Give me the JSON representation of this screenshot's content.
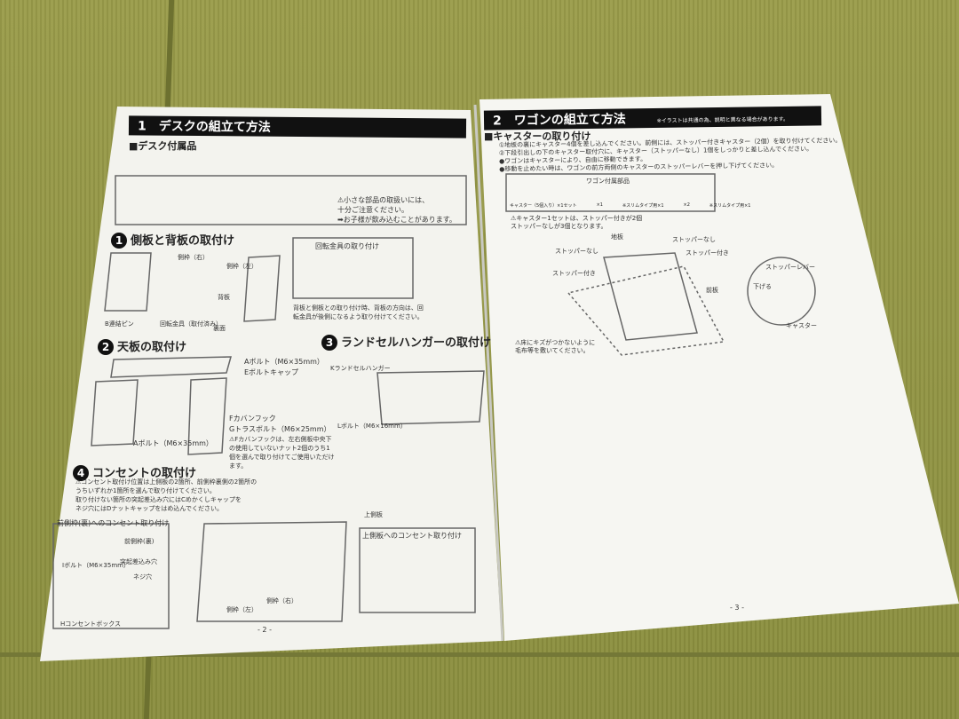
{
  "left_page": {
    "title": "1　デスクの組立て方法",
    "parts_heading": "■デスク付属品",
    "caution": [
      "⚠小さな部品の取扱いには、",
      "十分ご注意ください。",
      "➡お子様が飲み込むことがあります。"
    ],
    "step1": {
      "number": "1",
      "title": "側板と背板の取付け",
      "note": "背板と側板との取り付け時、背板の方向は、回転金具が後側になるよう取り付けてください。",
      "inset_title": "回転金具の取り付け",
      "labels": [
        "側枠（右）",
        "側枠（左）",
        "背板",
        "B連結ピン",
        "回転金具（取付済み）",
        "裏面"
      ]
    },
    "step2": {
      "number": "2",
      "title": "天板の取付け",
      "labels": [
        "Aボルト（M6×35mm）",
        "Eボルトキャップ",
        "Fカバンフック",
        "Gトラスボルト（M6×25mm）",
        "Aボルト（M6×35mm）"
      ],
      "note": "⚠Fカバンフックは、左右側板中央下の使用していないナット2個のうち1個を選んで取り付けてご使用いただけます。"
    },
    "step3": {
      "number": "3",
      "title": "ランドセルハンガーの取付け",
      "labels": [
        "Kランドセルハンガー",
        "Lボルト（M6×16mm）"
      ]
    },
    "step4": {
      "number": "4",
      "title": "コンセントの取付け",
      "note": [
        "⚠コンセント取付け位置は上側板の2箇所、前側枠裏側の2箇所の",
        "うちいずれか1箇所を選んで取り付けてください。",
        "取り付けない箇所の突起差込み穴にはCめかくしキャップを",
        "ネジ穴にはDナットキャップをはめ込んでください。"
      ],
      "inset_left_title": "前側枠(裏)へのコンセント取り付け",
      "inset_right_title": "上側板へのコンセント取り付け",
      "labels": [
        "前側枠(裏)",
        "突起差込み穴",
        "ネジ穴",
        "Iボルト（M6×35mm）",
        "Hコンセントボックス",
        "上側板",
        "側枠（左）",
        "側枠（右）"
      ]
    },
    "page_number": "- 2 -"
  },
  "right_page": {
    "title": "2　ワゴンの組立て方法",
    "title_note": "※イラストは共通の為、説明と異なる場合があります。",
    "section": "■キャスターの取り付け",
    "instructions": [
      "①地板の裏にキャスター4個を差し込んでください。前側には、ストッパー付きキャスター（2個）を取り付けてください。",
      "②下段引出しの下のキャスター取付穴に、キャスター（ストッパーなし）1個をしっかりと差し込んでください。",
      "●ワゴンはキャスターにより、自由に移動できます。",
      "●移動を止めたい時は、ワゴンの前方両側のキャスターのストッパーレバーを押し下げてください。"
    ],
    "parts_table_title": "ワゴン付属部品",
    "parts": [
      "キャスター（5個入り）×1セット",
      "×1",
      "※スリムタイプ用×1",
      "×2",
      "※スリムタイプ用×1"
    ],
    "parts_note": [
      "⚠キャスター1セットは、ストッパー付きが2個",
      "ストッパーなしが3個となります。"
    ],
    "labels": [
      "地板",
      "ストッパーなし",
      "ストッパーなし",
      "ストッパー付き",
      "ストッパー付き",
      "前板",
      "ストッパーレバー",
      "下げる",
      "キャスター"
    ],
    "floor_note": [
      "⚠床にキズがつかないように",
      "毛布等を敷いてください。"
    ],
    "page_number": "- 3 -"
  }
}
